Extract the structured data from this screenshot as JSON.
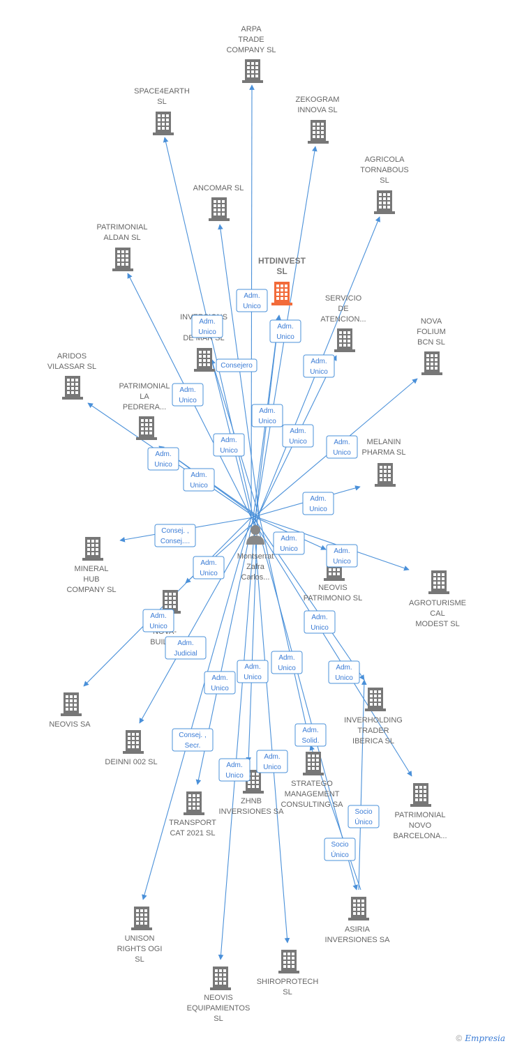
{
  "colors": {
    "edge": "#4a90d9",
    "building": "#777777",
    "highlight": "#f26b3a",
    "person": "#888888"
  },
  "center": {
    "id": "montserrat",
    "label": [
      "Montserrat",
      "Zafra",
      "Carlos..."
    ],
    "icon": "person-icon"
  },
  "nodes": [
    {
      "id": "arpa",
      "label": [
        "ARPA",
        "TRADE",
        "COMPANY  SL"
      ]
    },
    {
      "id": "space4earth",
      "label": [
        "SPACE4EARTH",
        "SL"
      ]
    },
    {
      "id": "zekogram",
      "label": [
        "ZEKOGRAM",
        "INNOVA  SL"
      ]
    },
    {
      "id": "agricola",
      "label": [
        "AGRICOLA",
        "TORNABOUS",
        "SL"
      ]
    },
    {
      "id": "ancomar",
      "label": [
        "ANCOMAR SL"
      ]
    },
    {
      "id": "patrimonial_aldan",
      "label": [
        "PATRIMONIAL",
        "ALDAN SL"
      ]
    },
    {
      "id": "htdinvest",
      "label": [
        "HTDINVEST",
        "SL"
      ],
      "highlight": true
    },
    {
      "id": "servicio",
      "label": [
        "SERVICIO",
        "DE",
        "ATENCION..."
      ]
    },
    {
      "id": "inversions",
      "label": [
        "INVERSIONS",
        "VI",
        "DE MAR SL"
      ]
    },
    {
      "id": "nova_folium",
      "label": [
        "NOVA",
        "FOLIUM",
        "BCN  SL"
      ]
    },
    {
      "id": "aridos",
      "label": [
        "ARIDOS",
        "VILASSAR  SL"
      ]
    },
    {
      "id": "pedrera",
      "label": [
        "PATRIMONIAL",
        "LA",
        "PEDRERA..."
      ]
    },
    {
      "id": "melanin",
      "label": [
        "MELANIN",
        "PHARMA  SL"
      ]
    },
    {
      "id": "mineral",
      "label": [
        "MINERAL",
        "HUB",
        "COMPANY  SL"
      ]
    },
    {
      "id": "neovis_patrimonio",
      "label": [
        "NEOVIS",
        "PATRIMONIO SL"
      ]
    },
    {
      "id": "agroturisme",
      "label": [
        "AGROTURISME",
        "CAL",
        "MODEST  SL"
      ]
    },
    {
      "id": "nova_build",
      "label": [
        "MA",
        "NOVA-",
        "BUILD..."
      ]
    },
    {
      "id": "neovis_sa",
      "label": [
        "NEOVIS SA"
      ]
    },
    {
      "id": "inverholding",
      "label": [
        "INVERHOLDING",
        "TRADER",
        "IBERICA SL"
      ]
    },
    {
      "id": "deinni",
      "label": [
        "DEINNI 002  SL"
      ]
    },
    {
      "id": "zhnb",
      "label": [
        "ZHNB",
        "INVERSIONES SA"
      ]
    },
    {
      "id": "stratego",
      "label": [
        "STRATEGO",
        "MANAGEMENT",
        "CONSULTING SA"
      ]
    },
    {
      "id": "patrimonial_novo",
      "label": [
        "PATRIMONIAL",
        "NOVO",
        "BARCELONA..."
      ]
    },
    {
      "id": "transport",
      "label": [
        "TRANSPORT",
        "CAT 2021  SL"
      ]
    },
    {
      "id": "asiria",
      "label": [
        "ASIRIA",
        "INVERSIONES SA"
      ]
    },
    {
      "id": "unison",
      "label": [
        "UNISON",
        "RIGHTS OGI",
        "SL"
      ]
    },
    {
      "id": "shiroprotech",
      "label": [
        "SHIROPROTECH",
        "SL"
      ]
    },
    {
      "id": "neovis_equip",
      "label": [
        "NEOVIS",
        "EQUIPAMIENTOS",
        "SL"
      ]
    }
  ],
  "edges": [
    {
      "from": "montserrat",
      "to": "arpa",
      "label": []
    },
    {
      "from": "montserrat",
      "to": "space4earth",
      "label": []
    },
    {
      "from": "montserrat",
      "to": "zekogram",
      "label": []
    },
    {
      "from": "montserrat",
      "to": "agricola",
      "label": [
        "Adm.",
        "Unico"
      ]
    },
    {
      "from": "montserrat",
      "to": "ancomar",
      "label": [
        "Adm.",
        "Unico"
      ]
    },
    {
      "from": "montserrat",
      "to": "patrimonial_aldan",
      "label": [
        "Adm.",
        "Unico"
      ]
    },
    {
      "from": "montserrat",
      "to": "htdinvest",
      "label": [
        "Adm.",
        "Unico"
      ]
    },
    {
      "from": "montserrat",
      "to": "htdinvest",
      "label": [
        "Adm.",
        "Unico"
      ]
    },
    {
      "from": "montserrat",
      "to": "servicio",
      "label": [
        "Adm.",
        "Unico"
      ]
    },
    {
      "from": "montserrat",
      "to": "inversions",
      "label": [
        "Adm.",
        "Unico"
      ]
    },
    {
      "from": "montserrat",
      "to": "inversions",
      "label": [
        "Consejero"
      ]
    },
    {
      "from": "montserrat",
      "to": "nova_folium",
      "label": [
        "Adm.",
        "Unico"
      ]
    },
    {
      "from": "montserrat",
      "to": "aridos",
      "label": [
        "Adm.",
        "Unico"
      ]
    },
    {
      "from": "montserrat",
      "to": "pedrera",
      "label": [
        "Adm.",
        "Unico"
      ]
    },
    {
      "from": "montserrat",
      "to": "pedrera",
      "label": [
        "Adm.",
        "Unico"
      ]
    },
    {
      "from": "montserrat",
      "to": "melanin",
      "label": [
        "Consej. ,",
        "Consej...."
      ]
    },
    {
      "from": "montserrat",
      "to": "mineral",
      "label": [
        "Adm.",
        "Unico"
      ]
    },
    {
      "from": "montserrat",
      "to": "neovis_patrimonio",
      "label": [
        "Adm.",
        "Unico"
      ]
    },
    {
      "from": "montserrat",
      "to": "agroturisme",
      "label": [
        "Adm.",
        "Unico"
      ]
    },
    {
      "from": "montserrat",
      "to": "nova_build",
      "label": [
        "Adm.",
        "Unico"
      ]
    },
    {
      "from": "montserrat",
      "to": "neovis_sa",
      "label": [
        "Adm.",
        "Unico"
      ]
    },
    {
      "from": "montserrat",
      "to": "inverholding",
      "label": [
        "Adm.",
        "Unico"
      ]
    },
    {
      "from": "montserrat",
      "to": "deinni",
      "label": [
        "Adm.",
        "Judicial"
      ]
    },
    {
      "from": "montserrat",
      "to": "zhnb",
      "label": [
        "Adm.",
        "Unico"
      ]
    },
    {
      "from": "montserrat",
      "to": "stratego",
      "label": [
        "Adm.",
        "Solid."
      ]
    },
    {
      "from": "montserrat",
      "to": "patrimonial_novo",
      "label": [
        "Adm.",
        "Unico"
      ]
    },
    {
      "from": "montserrat",
      "to": "transport",
      "label": [
        "Adm.",
        "Unico"
      ]
    },
    {
      "from": "montserrat",
      "to": "asiria",
      "label": [
        "Adm.",
        "Unico"
      ]
    },
    {
      "from": "asiria",
      "to": "inverholding",
      "label": [
        "Socio",
        "Único"
      ]
    },
    {
      "from": "asiria",
      "to": "stratego",
      "label": [
        "Socio",
        "Único"
      ]
    },
    {
      "from": "montserrat",
      "to": "unison",
      "label": [
        "Consej. ,",
        "Secr."
      ]
    },
    {
      "from": "montserrat",
      "to": "shiroprotech",
      "label": [
        "Adm.",
        "Unico"
      ]
    },
    {
      "from": "montserrat",
      "to": "neovis_equip",
      "label": [
        "Adm.",
        "Unico"
      ]
    }
  ],
  "footer": {
    "copyright": "©",
    "brand": "Empresia"
  }
}
